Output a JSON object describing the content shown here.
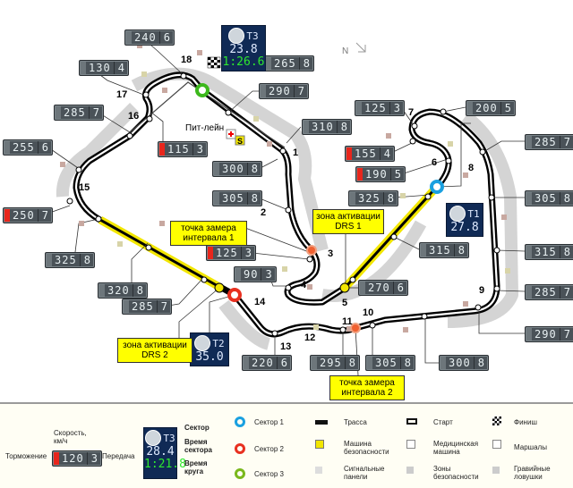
{
  "compass": "N",
  "pit_lane_label": "Пит-лейн",
  "turns": [
    "1",
    "2",
    "3",
    "4",
    "5",
    "6",
    "7",
    "8",
    "9",
    "10",
    "11",
    "12",
    "13",
    "14",
    "15",
    "16",
    "17",
    "18"
  ],
  "speed_boxes": [
    {
      "speed": "240",
      "gear": "6",
      "braking": false
    },
    {
      "speed": "130",
      "gear": "4",
      "braking": false
    },
    {
      "speed": "285",
      "gear": "7",
      "braking": false
    },
    {
      "speed": "255",
      "gear": "6",
      "braking": false
    },
    {
      "speed": "115",
      "gear": "3",
      "braking": true
    },
    {
      "speed": "300",
      "gear": "8",
      "braking": false
    },
    {
      "speed": "290",
      "gear": "7",
      "braking": false
    },
    {
      "speed": "265",
      "gear": "8",
      "braking": false
    },
    {
      "speed": "310",
      "gear": "8",
      "braking": false
    },
    {
      "speed": "305",
      "gear": "8",
      "braking": false
    },
    {
      "speed": "125",
      "gear": "3",
      "braking": true
    },
    {
      "speed": "90",
      "gear": "3",
      "braking": false
    },
    {
      "speed": "325",
      "gear": "8",
      "braking": false
    },
    {
      "speed": "320",
      "gear": "8",
      "braking": false
    },
    {
      "speed": "285",
      "gear": "7",
      "braking": false
    },
    {
      "speed": "250",
      "gear": "7",
      "braking": true
    },
    {
      "speed": "220",
      "gear": "6",
      "braking": false
    },
    {
      "speed": "295",
      "gear": "8",
      "braking": false
    },
    {
      "speed": "305",
      "gear": "8",
      "braking": false
    },
    {
      "speed": "300",
      "gear": "8",
      "braking": false
    },
    {
      "speed": "270",
      "gear": "6",
      "braking": false
    },
    {
      "speed": "125",
      "gear": "3",
      "braking": false
    },
    {
      "speed": "200",
      "gear": "5",
      "braking": false
    },
    {
      "speed": "155",
      "gear": "4",
      "braking": true
    },
    {
      "speed": "190",
      "gear": "5",
      "braking": true
    },
    {
      "speed": "325",
      "gear": "8",
      "braking": false
    },
    {
      "speed": "315",
      "gear": "8",
      "braking": false
    },
    {
      "speed": "285",
      "gear": "7",
      "braking": false
    },
    {
      "speed": "305",
      "gear": "8",
      "braking": false
    },
    {
      "speed": "315",
      "gear": "8",
      "braking": false
    },
    {
      "speed": "285",
      "gear": "7",
      "braking": false
    },
    {
      "speed": "290",
      "gear": "7",
      "braking": false
    }
  ],
  "sectors": {
    "t1": {
      "label": "T1",
      "time": "27.8",
      "color": "#1aa0e0"
    },
    "t2": {
      "label": "T2",
      "time": "35.0",
      "color": "#e83020"
    },
    "t3": {
      "label": "T3",
      "time": "23.8",
      "lap": "1:26.6",
      "color": "#3cb81c"
    }
  },
  "callouts": {
    "interval1": "точка замера интервала 1",
    "interval2": "точка замера интервала 2",
    "drs1": "зона активации DRS 1",
    "drs2": "зона активации DRS 2"
  },
  "legend": {
    "braking": "Торможение",
    "speed": "Скорость, км/ч",
    "gear": "Передача",
    "sample_speed": "120",
    "sample_gear": "3",
    "sample_sector": "T3",
    "sample_sector_time": "28.4",
    "sample_lap": "1:21.8",
    "sector": "Сектор",
    "sector_time": "Время сектора",
    "lap_time": "Время круга",
    "sector1": "Сектор 1",
    "sector2": "Сектор 2",
    "sector3": "Сектор 3",
    "track": "Трасса",
    "start": "Старт",
    "finish": "Финиш",
    "safety_car": "Машина безопасности",
    "medical_car": "Медицинская машина",
    "marshals": "Маршалы",
    "signal_panels": "Сигнальные панели",
    "safety_zones": "Зоны безопасности",
    "gravel": "Гравийные ловушки"
  }
}
